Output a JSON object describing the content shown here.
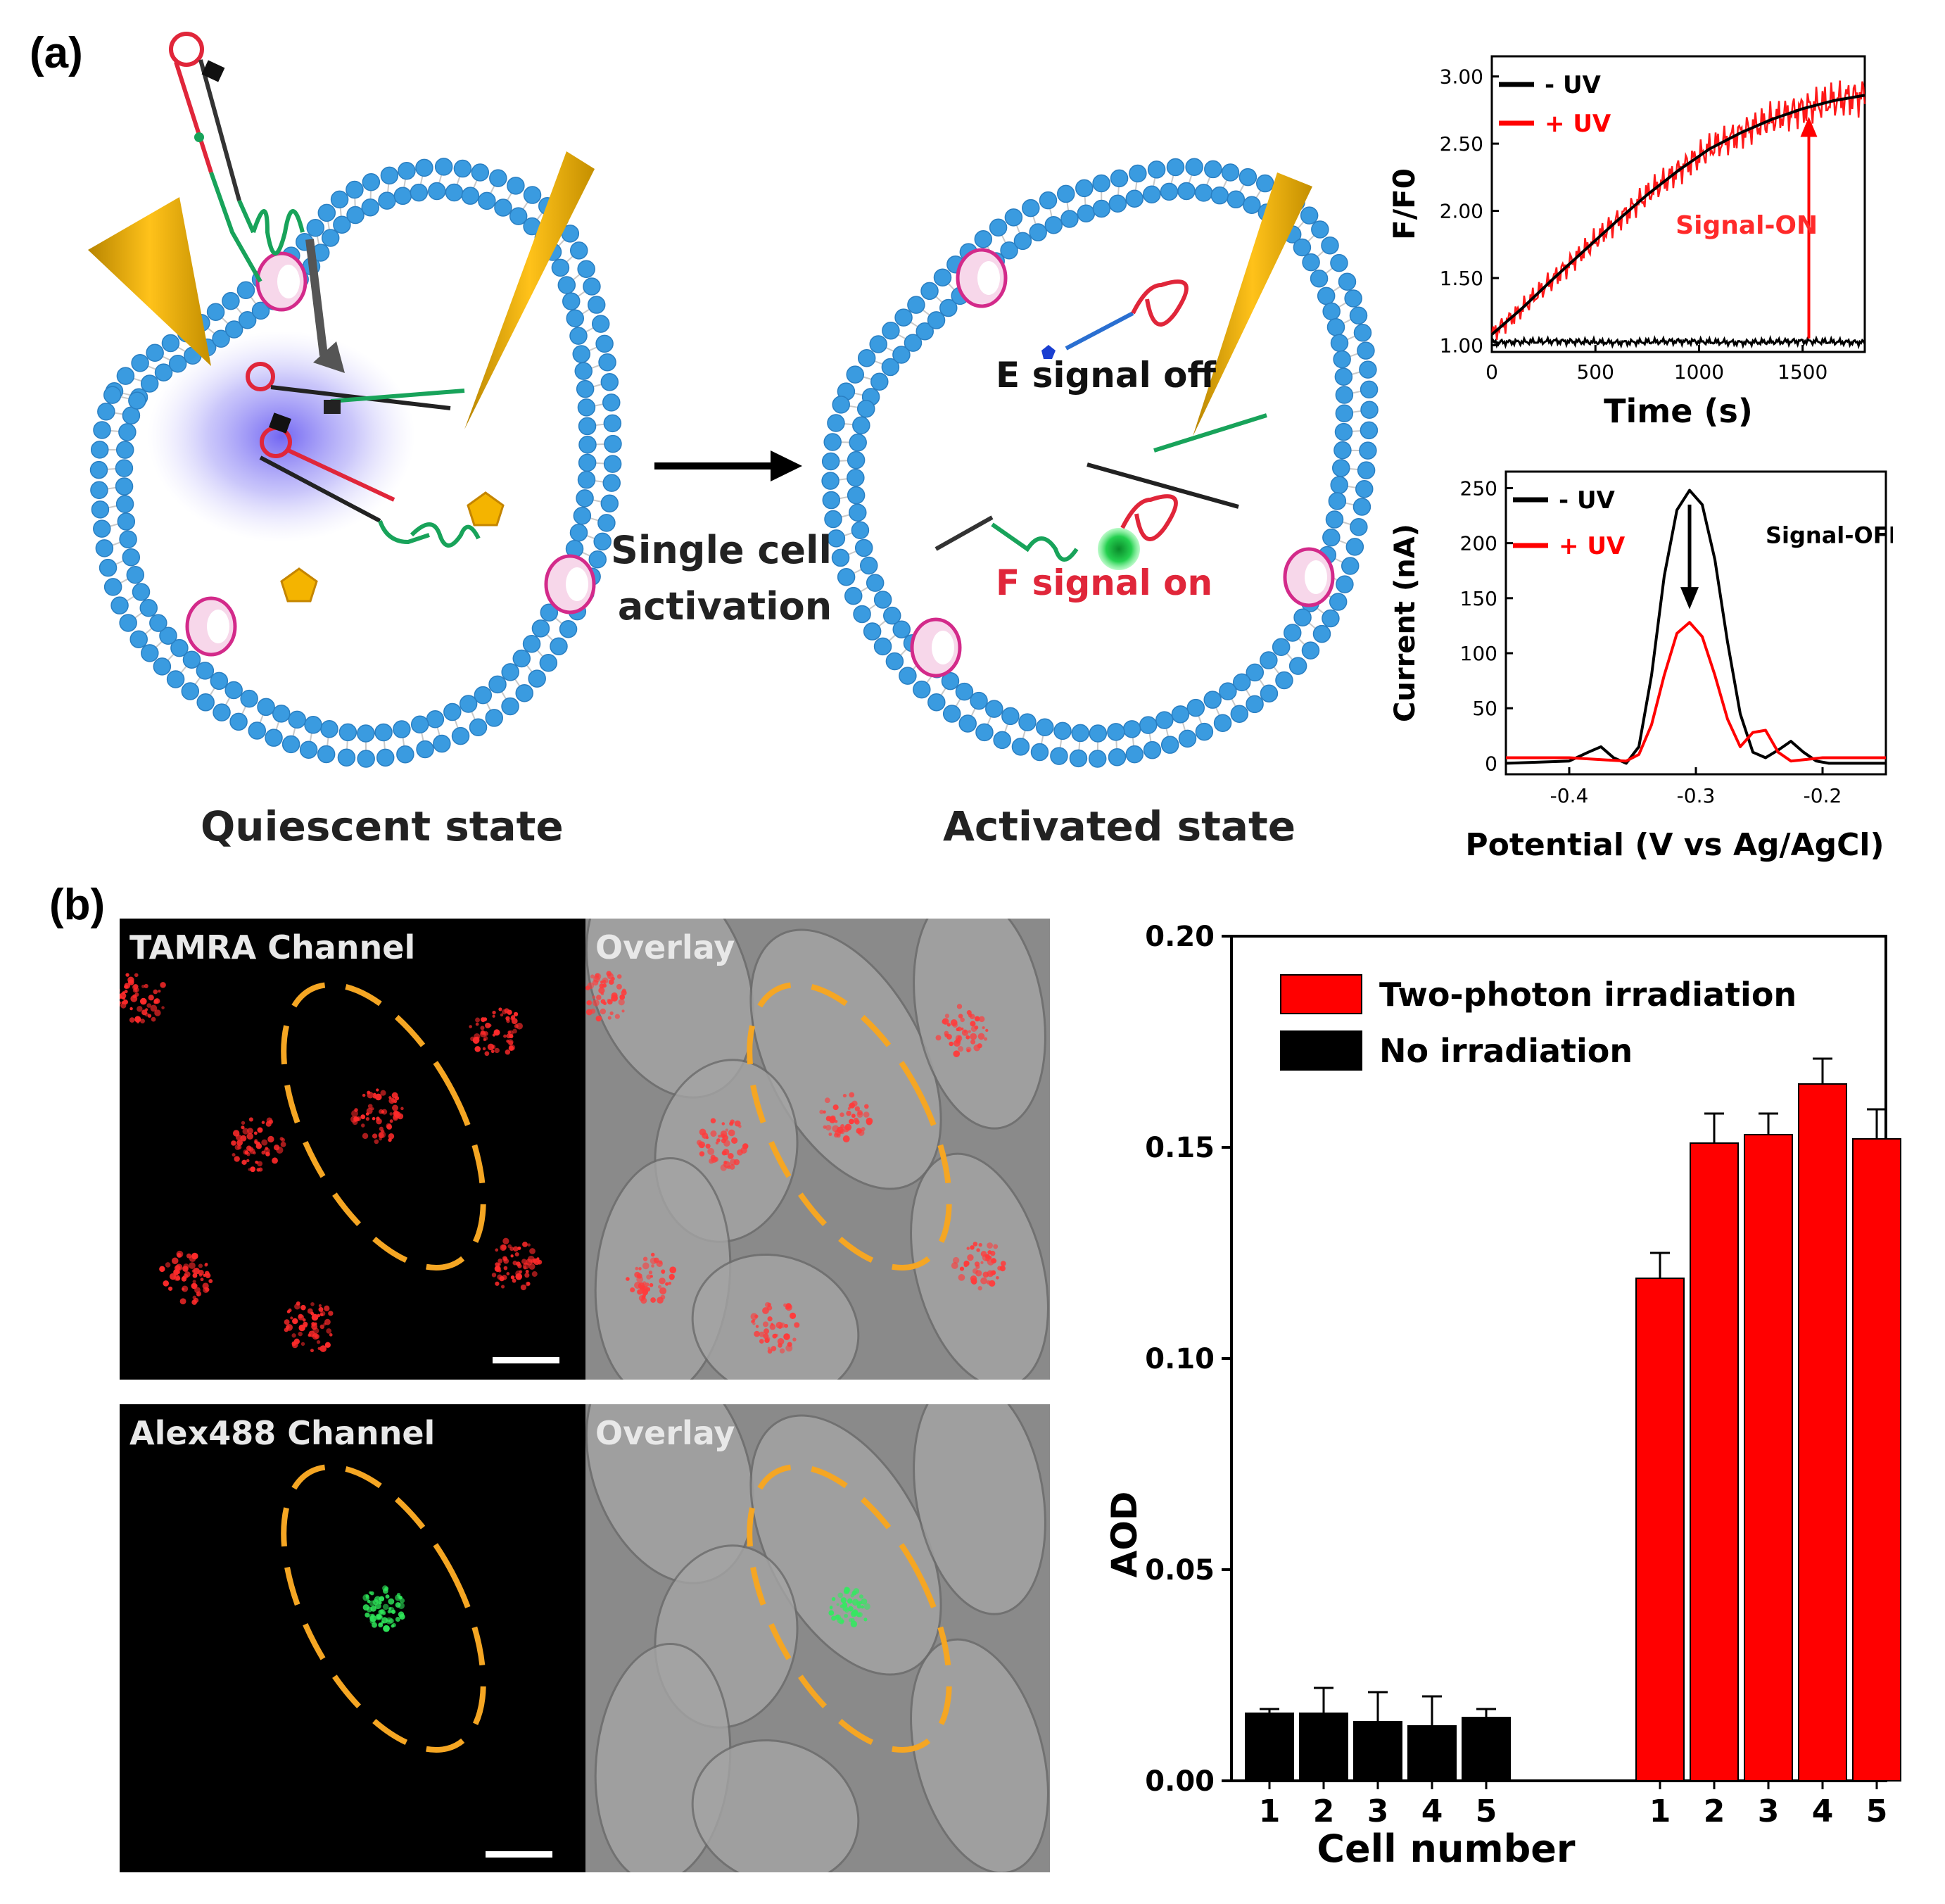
{
  "panel_a": {
    "label": "(a)",
    "quiescent_caption": "Quiescent state",
    "activated_caption": "Activated state",
    "arrow_text_line1": "Single cell",
    "arrow_text_line2": "activation",
    "e_signal": "E signal off",
    "f_signal": "F signal on"
  },
  "panel_b": {
    "label": "(b)",
    "tamra_label": "TAMRA Channel",
    "overlay1_label": "Overlay",
    "alex_label": "Alex488 Channel",
    "overlay2_label": "Overlay"
  },
  "chart_data": [
    {
      "type": "line",
      "ylabel": "F/F0",
      "xlabel": "Time (s)",
      "xlim": [
        0,
        1800
      ],
      "ylim": [
        0.95,
        3.15
      ],
      "xticks": [
        0,
        500,
        1000,
        1500
      ],
      "yticks": [
        "1.00",
        "1.50",
        "2.00",
        "2.50",
        "3.00"
      ],
      "annotation": "Signal-ON",
      "series": [
        {
          "name": "- UV",
          "color": "#000000",
          "x": [
            0,
            300,
            600,
            900,
            1200,
            1500,
            1800
          ],
          "y": [
            1.02,
            1.03,
            1.02,
            1.03,
            1.02,
            1.03,
            1.02
          ]
        },
        {
          "name": "+ UV",
          "color": "#ff0000",
          "x": [
            0,
            150,
            300,
            450,
            600,
            750,
            900,
            1050,
            1200,
            1350,
            1500,
            1650,
            1800
          ],
          "y": [
            1.08,
            1.28,
            1.5,
            1.71,
            1.92,
            2.12,
            2.3,
            2.46,
            2.58,
            2.68,
            2.76,
            2.82,
            2.86
          ]
        }
      ]
    },
    {
      "type": "line",
      "ylabel": "Current (nA)",
      "xlabel": "Potential (V vs Ag/AgCl)",
      "xlim": [
        -0.45,
        -0.15
      ],
      "ylim": [
        -10,
        265
      ],
      "xticks": [
        "-0.4",
        "-0.3",
        "-0.2"
      ],
      "yticks": [
        0,
        50,
        100,
        150,
        200,
        250
      ],
      "annotation": "Signal-OFF",
      "series": [
        {
          "name": "- UV",
          "color": "#000000",
          "x": [
            -0.45,
            -0.4,
            -0.385,
            -0.375,
            -0.365,
            -0.355,
            -0.345,
            -0.335,
            -0.325,
            -0.315,
            -0.305,
            -0.295,
            -0.285,
            -0.275,
            -0.265,
            -0.255,
            -0.245,
            -0.235,
            -0.225,
            -0.215,
            -0.205,
            -0.195,
            -0.15
          ],
          "y": [
            0,
            2,
            10,
            15,
            5,
            0,
            15,
            80,
            170,
            230,
            248,
            235,
            185,
            110,
            45,
            10,
            5,
            12,
            20,
            10,
            2,
            0,
            0
          ]
        },
        {
          "name": "+ UV",
          "color": "#ff0000",
          "x": [
            -0.45,
            -0.4,
            -0.37,
            -0.355,
            -0.345,
            -0.335,
            -0.325,
            -0.315,
            -0.305,
            -0.295,
            -0.285,
            -0.275,
            -0.265,
            -0.255,
            -0.245,
            -0.235,
            -0.225,
            -0.2,
            -0.15
          ],
          "y": [
            5,
            5,
            3,
            2,
            8,
            35,
            80,
            118,
            128,
            115,
            80,
            40,
            15,
            28,
            30,
            10,
            2,
            5,
            5
          ]
        }
      ]
    },
    {
      "type": "bar",
      "ylabel": "AOD",
      "xlabel": "Cell number",
      "ylim": [
        0,
        0.2
      ],
      "yticks": [
        "0.00",
        "0.05",
        "0.10",
        "0.15",
        "0.20"
      ],
      "categories": [
        "1",
        "2",
        "3",
        "4",
        "5"
      ],
      "series": [
        {
          "name": "No irradiation",
          "color": "#000000",
          "values": [
            0.016,
            0.016,
            0.014,
            0.013,
            0.015
          ],
          "errors": [
            0.001,
            0.006,
            0.007,
            0.007,
            0.002
          ]
        },
        {
          "name": "Two-photon irradiation",
          "color": "#ff0000",
          "values": [
            0.119,
            0.151,
            0.153,
            0.165,
            0.152
          ],
          "errors": [
            0.006,
            0.007,
            0.005,
            0.006,
            0.007
          ]
        }
      ]
    }
  ]
}
